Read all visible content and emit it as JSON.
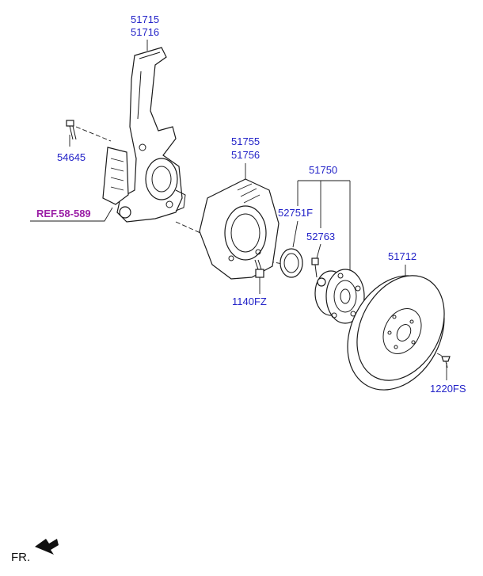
{
  "labels": {
    "knuckle_a": "51715",
    "knuckle_b": "51716",
    "bolt_54645": "54645",
    "ref": "REF.58-589",
    "dust_cover_a": "51755",
    "dust_cover_b": "51756",
    "bolt_1140fz": "1140FZ",
    "hub_assy": "51750",
    "bearing_cap": "52751F",
    "hub_bolt": "52763",
    "disc": "51712",
    "screw_1220fs": "1220FS",
    "front": "FR."
  }
}
